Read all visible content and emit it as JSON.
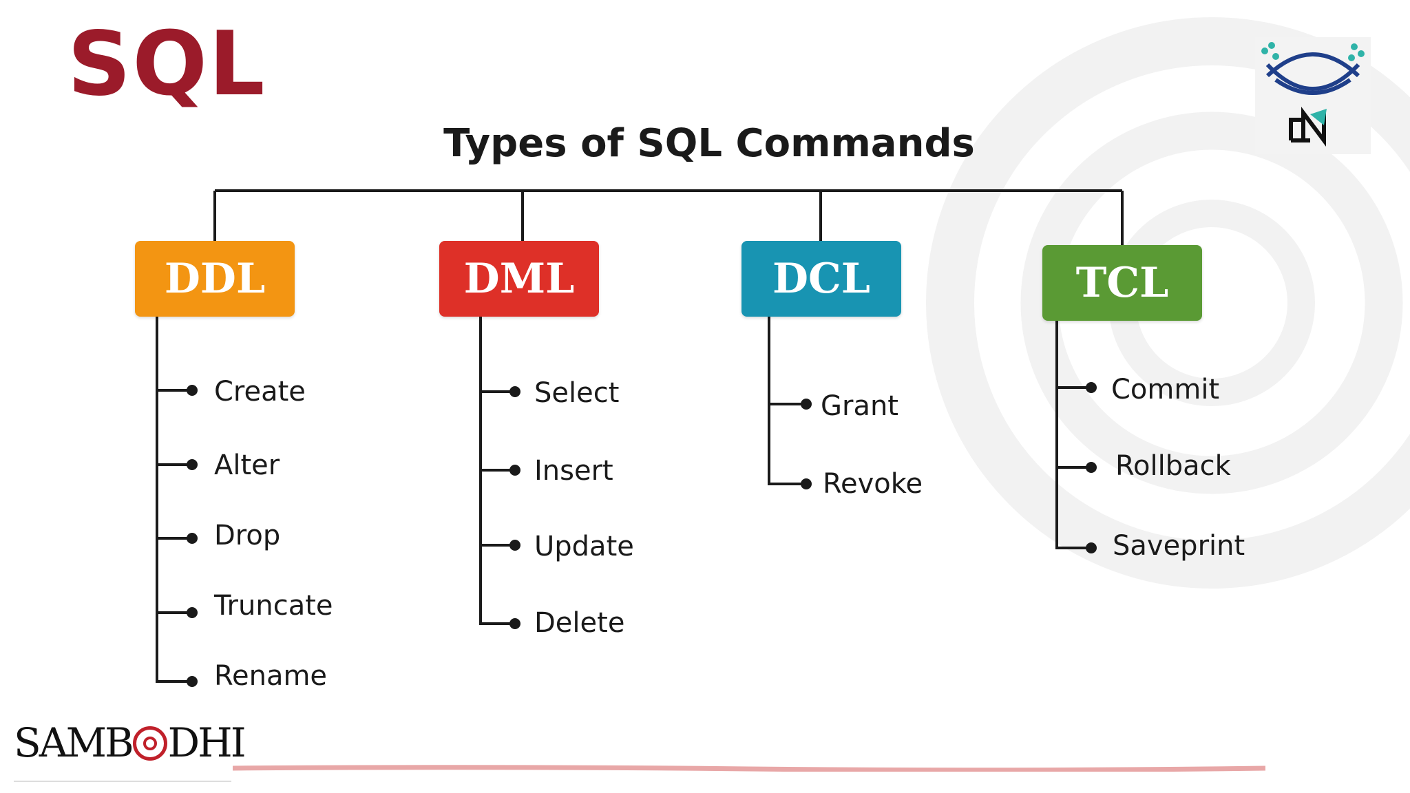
{
  "heading": "SQL",
  "diagram_title": "Types of SQL Commands",
  "colors": {
    "heading": "#9b1b2a",
    "ddl": "#f39512",
    "dml": "#de3028",
    "dcl": "#1894b2",
    "tcl": "#5a9a34",
    "accent_line": "#e8a7a7"
  },
  "categories": [
    {
      "label": "DDL",
      "items": [
        "Create",
        "Alter",
        "Drop",
        "Truncate",
        "Rename"
      ]
    },
    {
      "label": "DML",
      "items": [
        "Select",
        "Insert",
        "Update",
        "Delete"
      ]
    },
    {
      "label": "DCL",
      "items": [
        "Grant",
        "Revoke"
      ]
    },
    {
      "label": "TCL",
      "items": [
        "Commit",
        "Rollback",
        "Saveprint"
      ]
    }
  ],
  "brand": {
    "prefix": "SAMB",
    "suffix": "DHI"
  },
  "icons": [
    "bird-nest-logo-icon",
    "sambodhi-ring-icon"
  ]
}
